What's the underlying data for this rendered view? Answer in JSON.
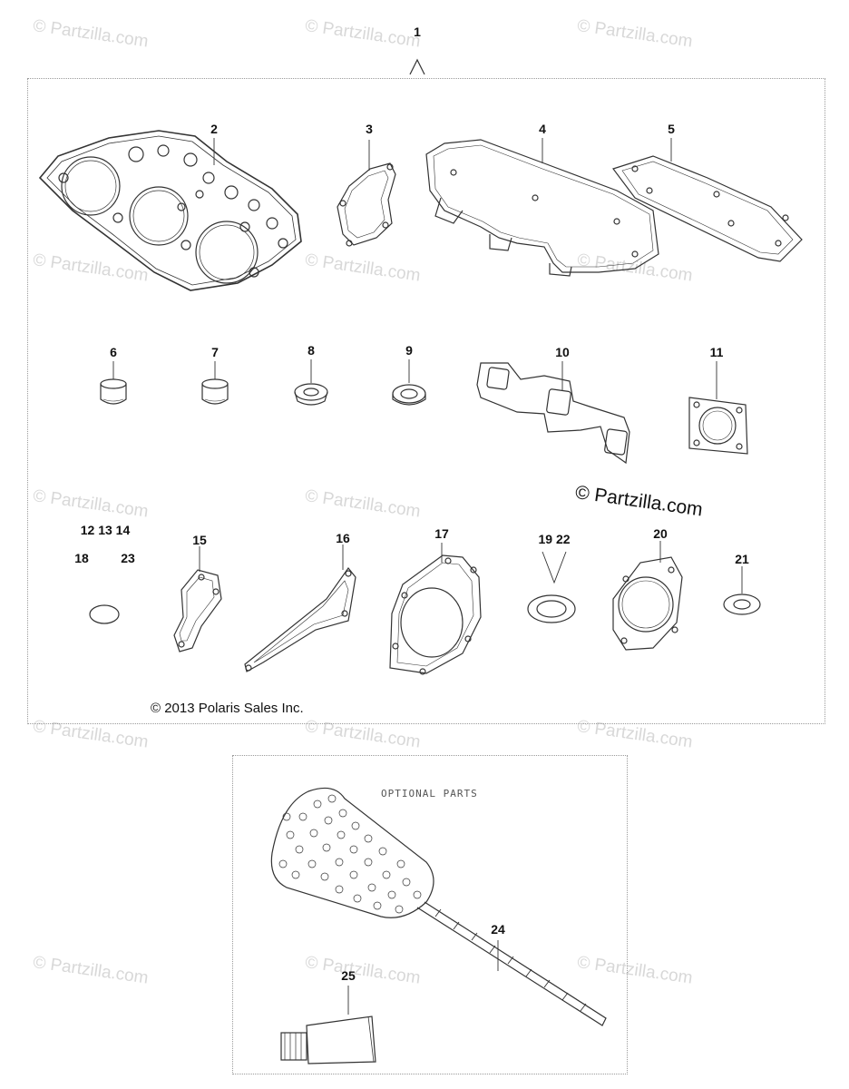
{
  "watermark": "© Partzilla.com",
  "partzilla_mark": "© Partzilla.com",
  "copyright": "© 2013 Polaris Sales Inc.",
  "optional_label": "OPTIONAL PARTS",
  "callouts": {
    "c1": "1",
    "c2": "2",
    "c3": "3",
    "c4": "4",
    "c5": "5",
    "c6": "6",
    "c7": "7",
    "c8": "8",
    "c9": "9",
    "c10": "10",
    "c11": "11",
    "c12_13_14": "12 13 14",
    "c18": "18",
    "c23": "23",
    "c15": "15",
    "c16": "16",
    "c17": "17",
    "c19_22": "19 22",
    "c20": "20",
    "c21": "21",
    "c24": "24",
    "c25": "25"
  }
}
